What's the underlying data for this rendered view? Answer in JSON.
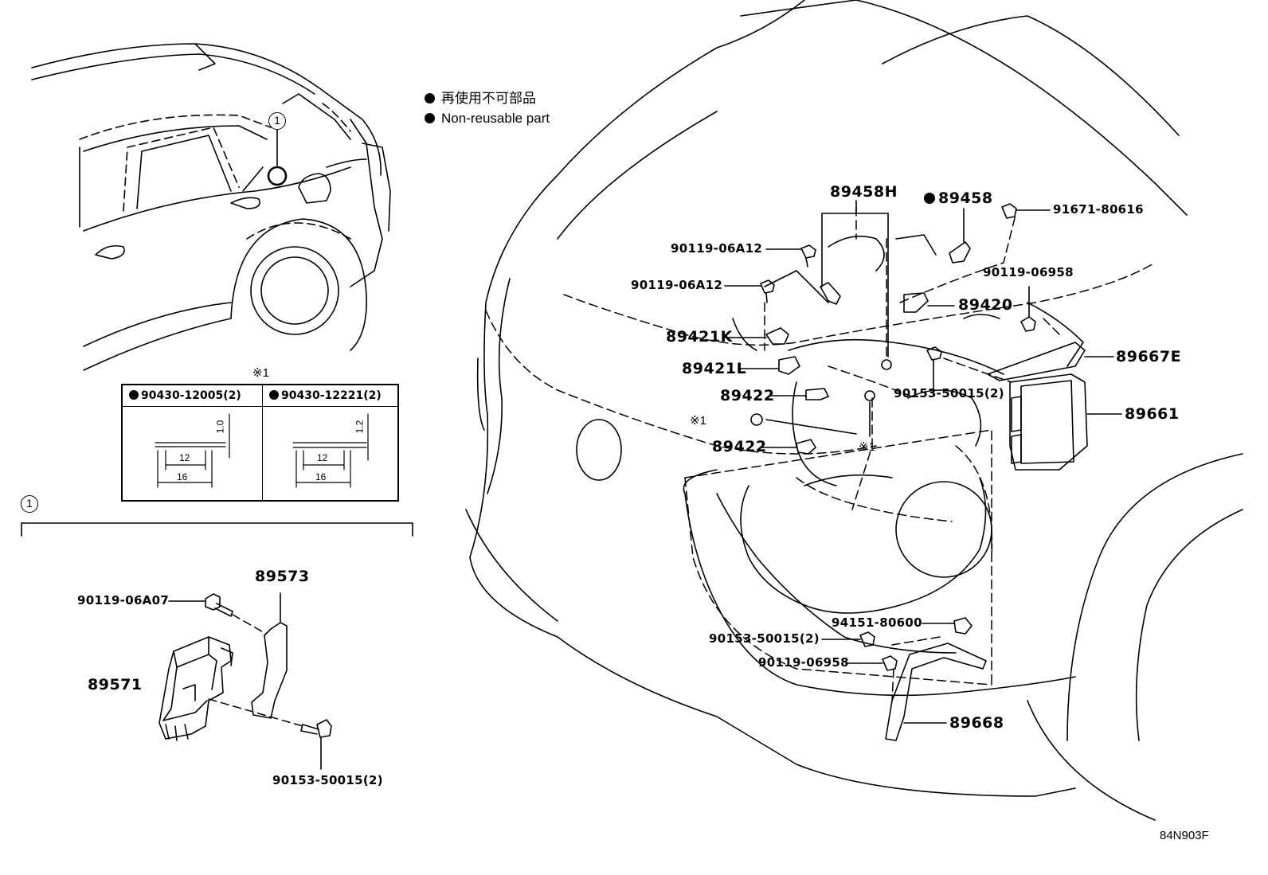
{
  "legend": {
    "line1": "再使用不可部品",
    "line2": "Non-reusable part"
  },
  "callout_marker": "1",
  "note_mark": "※1",
  "table": {
    "col1": {
      "part": "90430-12005(2)",
      "dim_thick": "1.0",
      "dim_inner": "12",
      "dim_outer": "16"
    },
    "col2": {
      "part": "90430-12221(2)",
      "dim_thick": "1.2",
      "dim_inner": "12",
      "dim_outer": "16"
    }
  },
  "parts": {
    "p89458H": "89458H",
    "p89458": "89458",
    "p91671_80616": "91671-80616",
    "p90119_06A12_a": "90119-06A12",
    "p90119_06A12_b": "90119-06A12",
    "p90119_06958_a": "90119-06958",
    "p89420": "89420",
    "p89421K": "89421K",
    "p89421L": "89421L",
    "p89667E": "89667E",
    "p89422_a": "89422",
    "p89422_b": "89422",
    "p90153_50015_a": "90153-50015(2)",
    "p89661": "89661",
    "p94151_80600": "94151-80600",
    "p90153_50015_b": "90153-50015(2)",
    "p90119_06958_b": "90119-06958",
    "p89668": "89668",
    "p89573": "89573",
    "p90119_06A07": "90119-06A07",
    "p89571": "89571",
    "p90153_50015_c": "90153-50015(2)"
  },
  "note1": "※1",
  "note2": "※1",
  "note3": "※1",
  "ref_code": "84N903F"
}
